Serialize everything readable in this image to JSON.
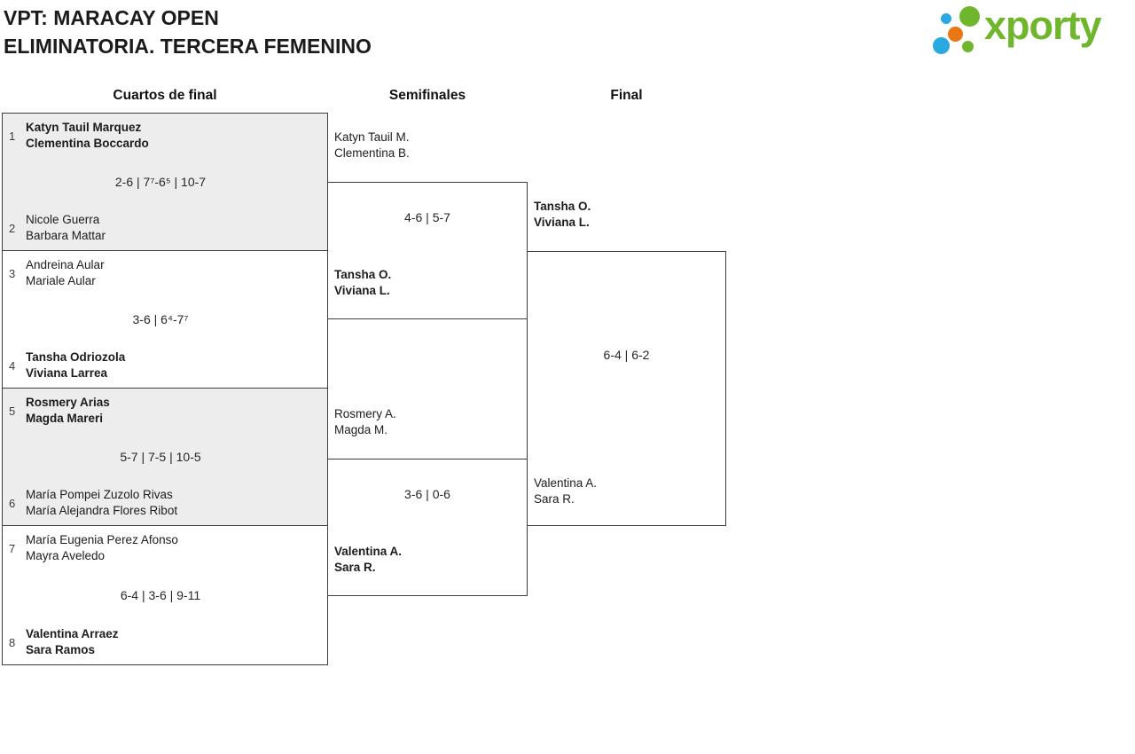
{
  "title": {
    "line1": "VPT: MARACAY OPEN",
    "line2": "ELIMINATORIA. TERCERA FEMENINO"
  },
  "logo": {
    "wordmark": "xporty"
  },
  "round_headers": {
    "quarterfinals": "Cuartos de final",
    "semifinals": "Semifinales",
    "final": "Final"
  },
  "colors": {
    "brand_green": "#6fb62c",
    "brand_blue": "#29a9e0",
    "brand_orange": "#e97713",
    "box_alt_background": "#ededed",
    "box_border": "#3d3d3d"
  },
  "quarterfinals": [
    {
      "seed_a": "1",
      "team_a": [
        "Katyn Tauil Marquez",
        "Clementina Boccardo"
      ],
      "score": "2-6 | 7⁷-6⁵ | 10-7",
      "seed_b": "2",
      "team_b": [
        "Nicole Guerra",
        "Barbara Mattar"
      ],
      "winner": "a"
    },
    {
      "seed_a": "3",
      "team_a": [
        "Andreina Aular",
        "Mariale Aular"
      ],
      "score": "3-6 | 6⁴-7⁷",
      "seed_b": "4",
      "team_b": [
        "Tansha Odriozola",
        "Viviana Larrea"
      ],
      "winner": "b"
    },
    {
      "seed_a": "5",
      "team_a": [
        "Rosmery Arias",
        "Magda Mareri"
      ],
      "score": "5-7 | 7-5 | 10-5",
      "seed_b": "6",
      "team_b": [
        "María Pompei Zuzolo Rivas",
        "María Alejandra Flores Ribot"
      ],
      "winner": "a"
    },
    {
      "seed_a": "7",
      "team_a": [
        "María Eugenia Perez Afonso",
        "Mayra Aveledo"
      ],
      "score": "6-4 | 3-6 | 9-11",
      "seed_b": "8",
      "team_b": [
        "Valentina Arraez",
        "Sara Ramos"
      ],
      "winner": "b"
    }
  ],
  "semifinals": [
    {
      "team_a": [
        "Katyn Tauil M.",
        "Clementina B."
      ],
      "score": "4-6 | 5-7",
      "team_b": [
        "Tansha O.",
        "Viviana L."
      ],
      "winner": "b"
    },
    {
      "team_a": [
        "Rosmery A.",
        "Magda M."
      ],
      "score": "3-6 | 0-6",
      "team_b": [
        "Valentina A.",
        "Sara R."
      ],
      "winner": "b"
    }
  ],
  "final": {
    "team_a": [
      "Tansha O.",
      "Viviana L."
    ],
    "score": "6-4 | 6-2",
    "team_b": [
      "Valentina A.",
      "Sara R."
    ],
    "winner": "a"
  }
}
